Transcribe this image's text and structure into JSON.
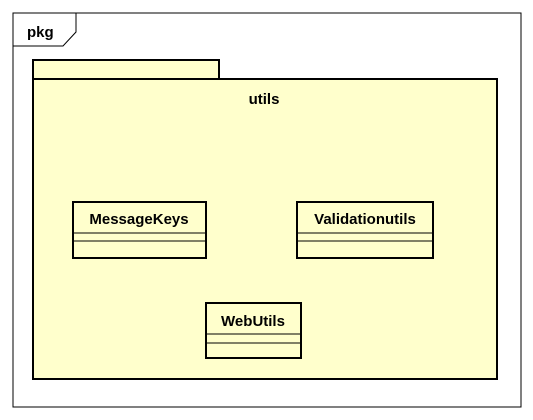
{
  "frame": {
    "label": "pkg"
  },
  "package": {
    "name": "utils",
    "fill_color": "#ffffcc"
  },
  "classes": [
    {
      "name": "MessageKeys"
    },
    {
      "name": "Validationutils"
    },
    {
      "name": "WebUtils"
    }
  ],
  "colors": {
    "line": "#000000",
    "fill": "#ffffcc"
  }
}
